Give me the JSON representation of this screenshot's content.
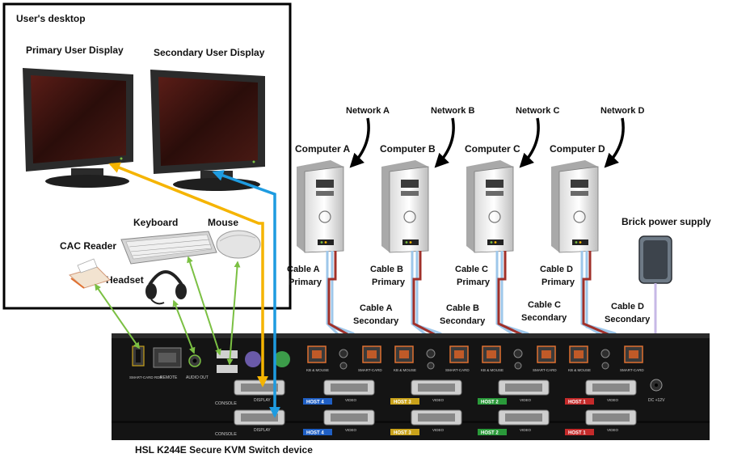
{
  "desktop": {
    "title": "User's desktop",
    "primary_display": "Primary User Display",
    "secondary_display": "Secondary User Display",
    "keyboard": "Keyboard",
    "mouse": "Mouse",
    "cac_reader": "CAC Reader",
    "headset": "Headset"
  },
  "computers": [
    {
      "name": "Computer A",
      "network": "Network A",
      "cable_primary": [
        "Cable A",
        "Primary"
      ],
      "cable_secondary": [
        "Cable A",
        "Secondary"
      ],
      "host_label": "HOST 4",
      "host_color": "#1f5fc4"
    },
    {
      "name": "Computer B",
      "network": "Network B",
      "cable_primary": [
        "Cable B",
        "Primary"
      ],
      "cable_secondary": [
        "Cable B",
        "Secondary"
      ],
      "host_label": "HOST 3",
      "host_color": "#c9a21a"
    },
    {
      "name": "Computer C",
      "network": "Network C",
      "cable_primary": [
        "Cable C",
        "Primary"
      ],
      "cable_secondary": [
        "Cable C",
        "Secondary"
      ],
      "host_label": "HOST 2",
      "host_color": "#2a9a3a"
    },
    {
      "name": "Computer D",
      "network": "Network D",
      "cable_primary": [
        "Cable D",
        "Primary"
      ],
      "cable_secondary": [
        "Cable D",
        "Secondary"
      ],
      "host_label": "HOST 1",
      "host_color": "#c42a2a"
    }
  ],
  "power_supply": "Brick power supply",
  "device": {
    "caption": "HSL K244E Secure KVM Switch device",
    "ports": {
      "smart_card_rdr": "SMART-CARD RDR",
      "remote": "REMOTE",
      "audio_out": "AUDIO OUT",
      "console": "CONSOLE",
      "display": "DISPLAY",
      "kb_mouse": "KB & MOUSE",
      "smart_card": "SMART-CARD",
      "video": "VIDEO",
      "dc": "DC +12V"
    }
  },
  "colors": {
    "cable_primary_display": "#f5b400",
    "cable_secondary_display": "#1e9be0",
    "cable_usb": "#9ec7ea",
    "cable_video": "#a0302a",
    "peripheral_line": "#7bc043",
    "device_body": "#141414"
  }
}
